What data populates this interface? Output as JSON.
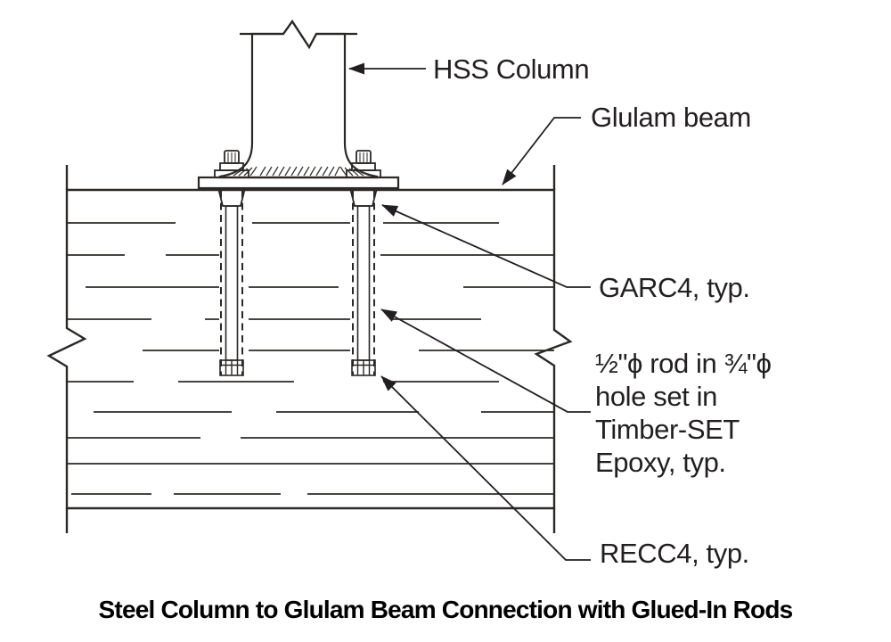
{
  "figure": {
    "title": "Steel Column to Glulam Beam Connection with Glued-In Rods",
    "callouts": {
      "hss_column": "HSS Column",
      "glulam_beam": "Glulam beam",
      "garc4": "GARC4, typ.",
      "rod_note": {
        "line1": "½\"ϕ rod in ¾\"ϕ",
        "line2": "hole set in",
        "line3": "Timber-SET",
        "line4": "Epoxy, typ."
      },
      "recc4": "RECC4, typ."
    },
    "colors": {
      "wood": "#EFA55C",
      "steel": "#ABABAB",
      "plate_steel": "#A6A6A6",
      "bolt_steel": "#9E9E9E",
      "rod_gray": "#DCDCDC",
      "epoxy_yellow": "#F2CF0C",
      "line": "#2B2826",
      "text": "#231F20",
      "background": "#FFFFFF"
    }
  }
}
